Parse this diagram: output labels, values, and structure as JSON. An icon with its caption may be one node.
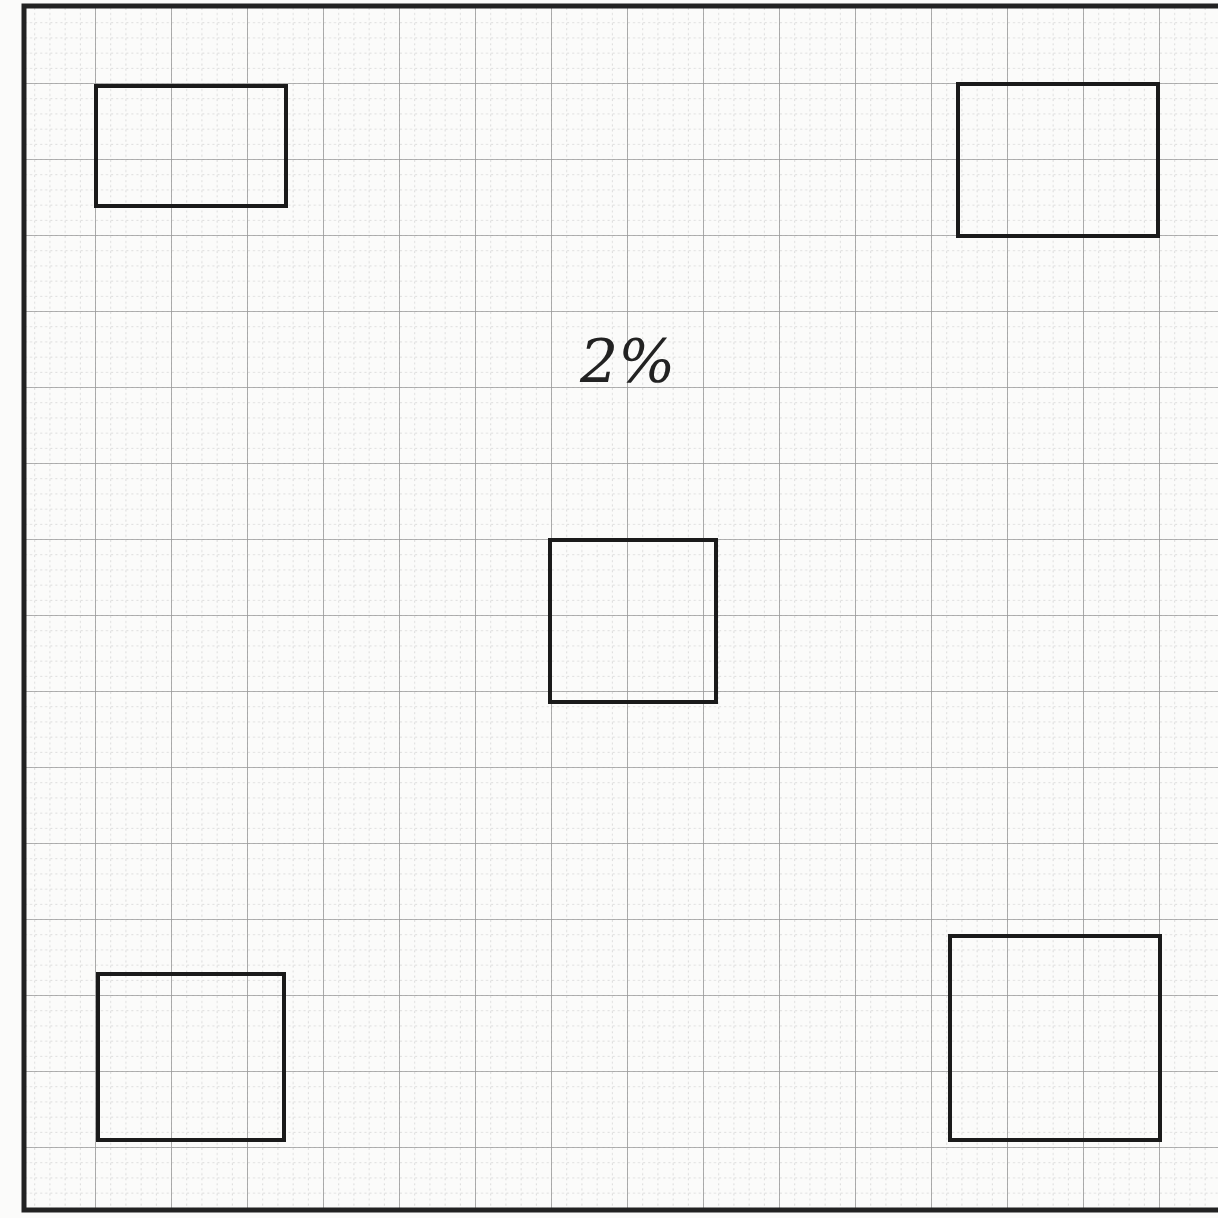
{
  "diagram": {
    "nodes": [
      {
        "text": [],
        "shape": "box"
      },
      {
        "text": [],
        "shape": "box"
      },
      {
        "text": [],
        "shape": "box"
      },
      {
        "text": [],
        "shape": "box"
      },
      {
        "text": [],
        "shape": "box"
      }
    ],
    "labels": [
      "2%"
    ]
  }
}
